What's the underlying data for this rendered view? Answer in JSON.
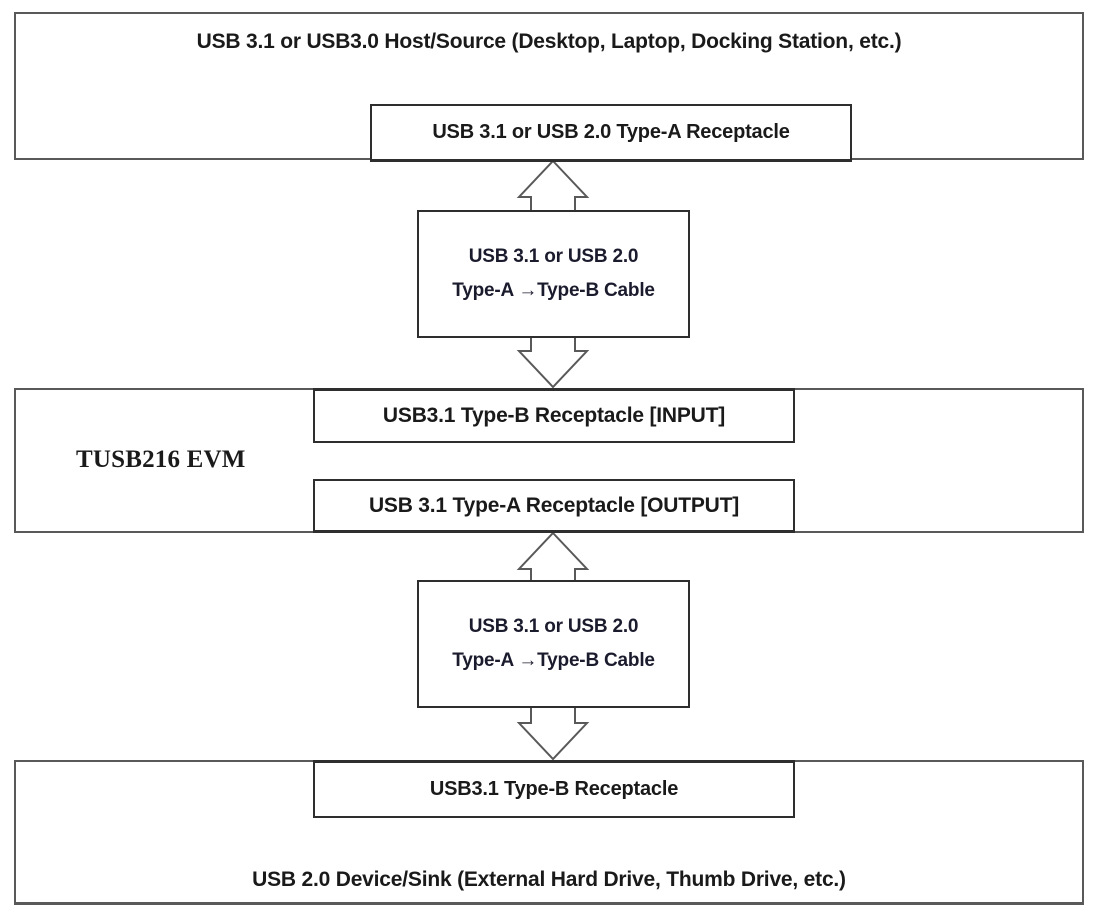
{
  "diagram": {
    "host": {
      "title": "USB 3.1 or USB3.0 Host/Source (Desktop, Laptop, Docking Station, etc.)",
      "receptacle": "USB 3.1 or USB 2.0 Type-A Receptacle"
    },
    "cable_top": {
      "line1": "USB 3.1 or USB 2.0",
      "line2": "Type-A →Type-B Cable"
    },
    "evm": {
      "label": "TUSB216 EVM",
      "input_receptacle": "USB3.1 Type-B Receptacle [INPUT]",
      "output_receptacle": "USB 3.1 Type-A Receptacle [OUTPUT]"
    },
    "cable_bottom": {
      "line1": "USB 3.1 or USB 2.0",
      "line2": "Type-A →Type-B Cable"
    },
    "device": {
      "receptacle": "USB3.1 Type-B Receptacle",
      "title": "USB 2.0 Device/Sink (External Hard Drive, Thumb Drive, etc.)"
    },
    "colors": {
      "outer_border": "#595959",
      "inner_border": "#2e2e2e",
      "arrow_outline": "#595959",
      "text": "#1a1a1a",
      "cable_text": "#1b1b2e",
      "background": "#ffffff"
    }
  }
}
